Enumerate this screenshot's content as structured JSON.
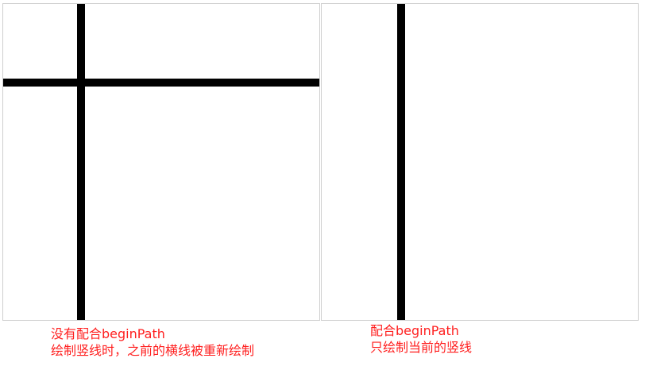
{
  "left_panel": {
    "caption_line1": "没有配合beginPath",
    "caption_line2": "绘制竖线时，之前的横线被重新绘制"
  },
  "right_panel": {
    "caption_line1": "配合beginPath",
    "caption_line2": "只绘制当前的竖线"
  },
  "colors": {
    "stroke": "#000000",
    "caption": "#ff1f1f",
    "canvas_border": "#cfcfcf"
  }
}
